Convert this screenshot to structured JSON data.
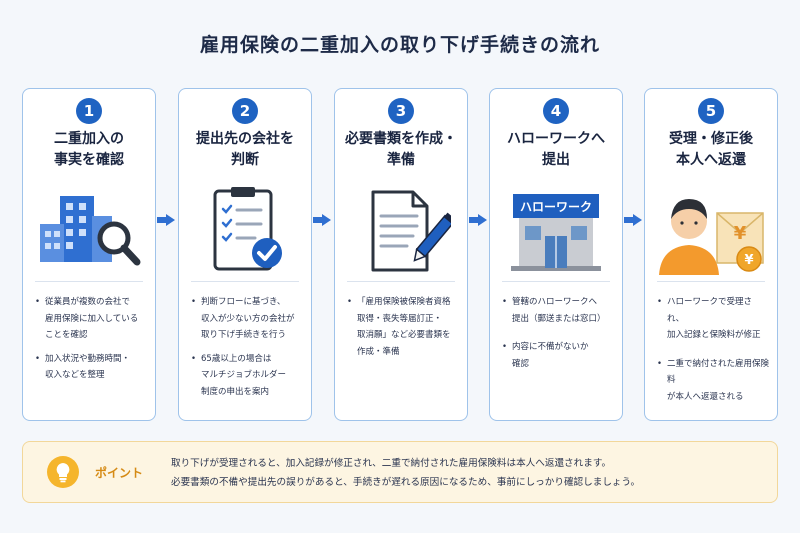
{
  "title": "雇用保険の二重加入の取り下げ手続きの流れ",
  "colors": {
    "primary": "#1f63c2",
    "card_border": "#9fc3ea",
    "point_bg": "#fdf5e2",
    "point_accent": "#f5b52c"
  },
  "steps": [
    {
      "number": "1",
      "heading": [
        "二重加入の",
        "事実を確認"
      ],
      "icon": "building-search-icon",
      "bullets": [
        [
          "従業員が複数の会社で",
          "雇用保険に加入している",
          "ことを確認"
        ],
        [
          "加入状況や勤務時間・",
          "収入などを整理"
        ]
      ]
    },
    {
      "number": "2",
      "heading": [
        "提出先の会社を",
        "判断"
      ],
      "icon": "clipboard-check-icon",
      "bullets": [
        [
          "判断フローに基づき、",
          "収入が少ない方の会社が",
          "取り下げ手続きを行う"
        ],
        [
          "65歳以上の場合は",
          "マルチジョブホルダー",
          "制度の申出を案内"
        ]
      ]
    },
    {
      "number": "3",
      "heading": [
        "必要書類を作成・",
        "準備"
      ],
      "icon": "document-pen-icon",
      "bullets": [
        [
          "「雇用保険被保険者資格",
          "取得・喪失等届訂正・",
          "取消願」など必要書類を",
          "作成・準備"
        ]
      ]
    },
    {
      "number": "4",
      "heading": [
        "ハローワークへ",
        "提出"
      ],
      "icon": "hellowork-building-icon",
      "sign": "ハローワーク",
      "bullets": [
        [
          "管轄のハローワークへ",
          "提出（郵送または窓口）"
        ],
        [
          "内容に不備がないか",
          "確認"
        ]
      ]
    },
    {
      "number": "5",
      "heading": [
        "受理・修正後",
        "本人へ返還"
      ],
      "icon": "person-yen-envelope-icon",
      "bullets": [
        [
          "ハローワークで受理され、",
          "加入記録と保険料が修正"
        ],
        [
          "二重で納付された雇用保険料",
          "が本人へ返還される"
        ]
      ]
    }
  ],
  "point": {
    "label": "ポイント",
    "lines": [
      "取り下げが受理されると、加入記録が修正され、二重で納付された雇用保険料は本人へ返還されます。",
      "必要書類の不備や提出先の誤りがあると、手続きが遅れる原因になるため、事前にしっかり確認しましょう。"
    ]
  }
}
